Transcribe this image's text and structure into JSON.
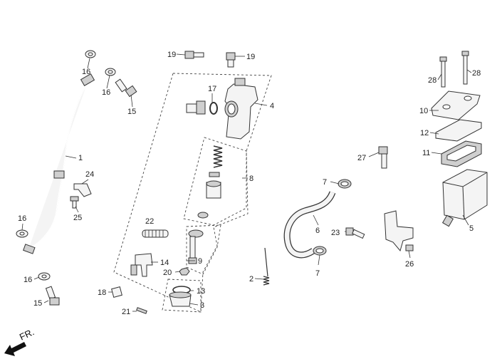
{
  "direction_label": "FR.",
  "callouts": {
    "c1": "1",
    "c2": "2",
    "c3": "3",
    "c4": "4",
    "c5": "5",
    "c6": "6",
    "c7a": "7",
    "c7b": "7",
    "c8": "8",
    "c9": "9",
    "c10": "10",
    "c11": "11",
    "c12": "12",
    "c13": "13",
    "c14": "14",
    "c15a": "15",
    "c15b": "15",
    "c16a": "16",
    "c16b": "16",
    "c16c": "16",
    "c16d": "16",
    "c17": "17",
    "c18": "18",
    "c19a": "19",
    "c19b": "19",
    "c20": "20",
    "c21": "21",
    "c22": "22",
    "c23": "23",
    "c24": "24",
    "c25": "25",
    "c26": "26",
    "c27": "27",
    "c28a": "28",
    "c28b": "28"
  }
}
